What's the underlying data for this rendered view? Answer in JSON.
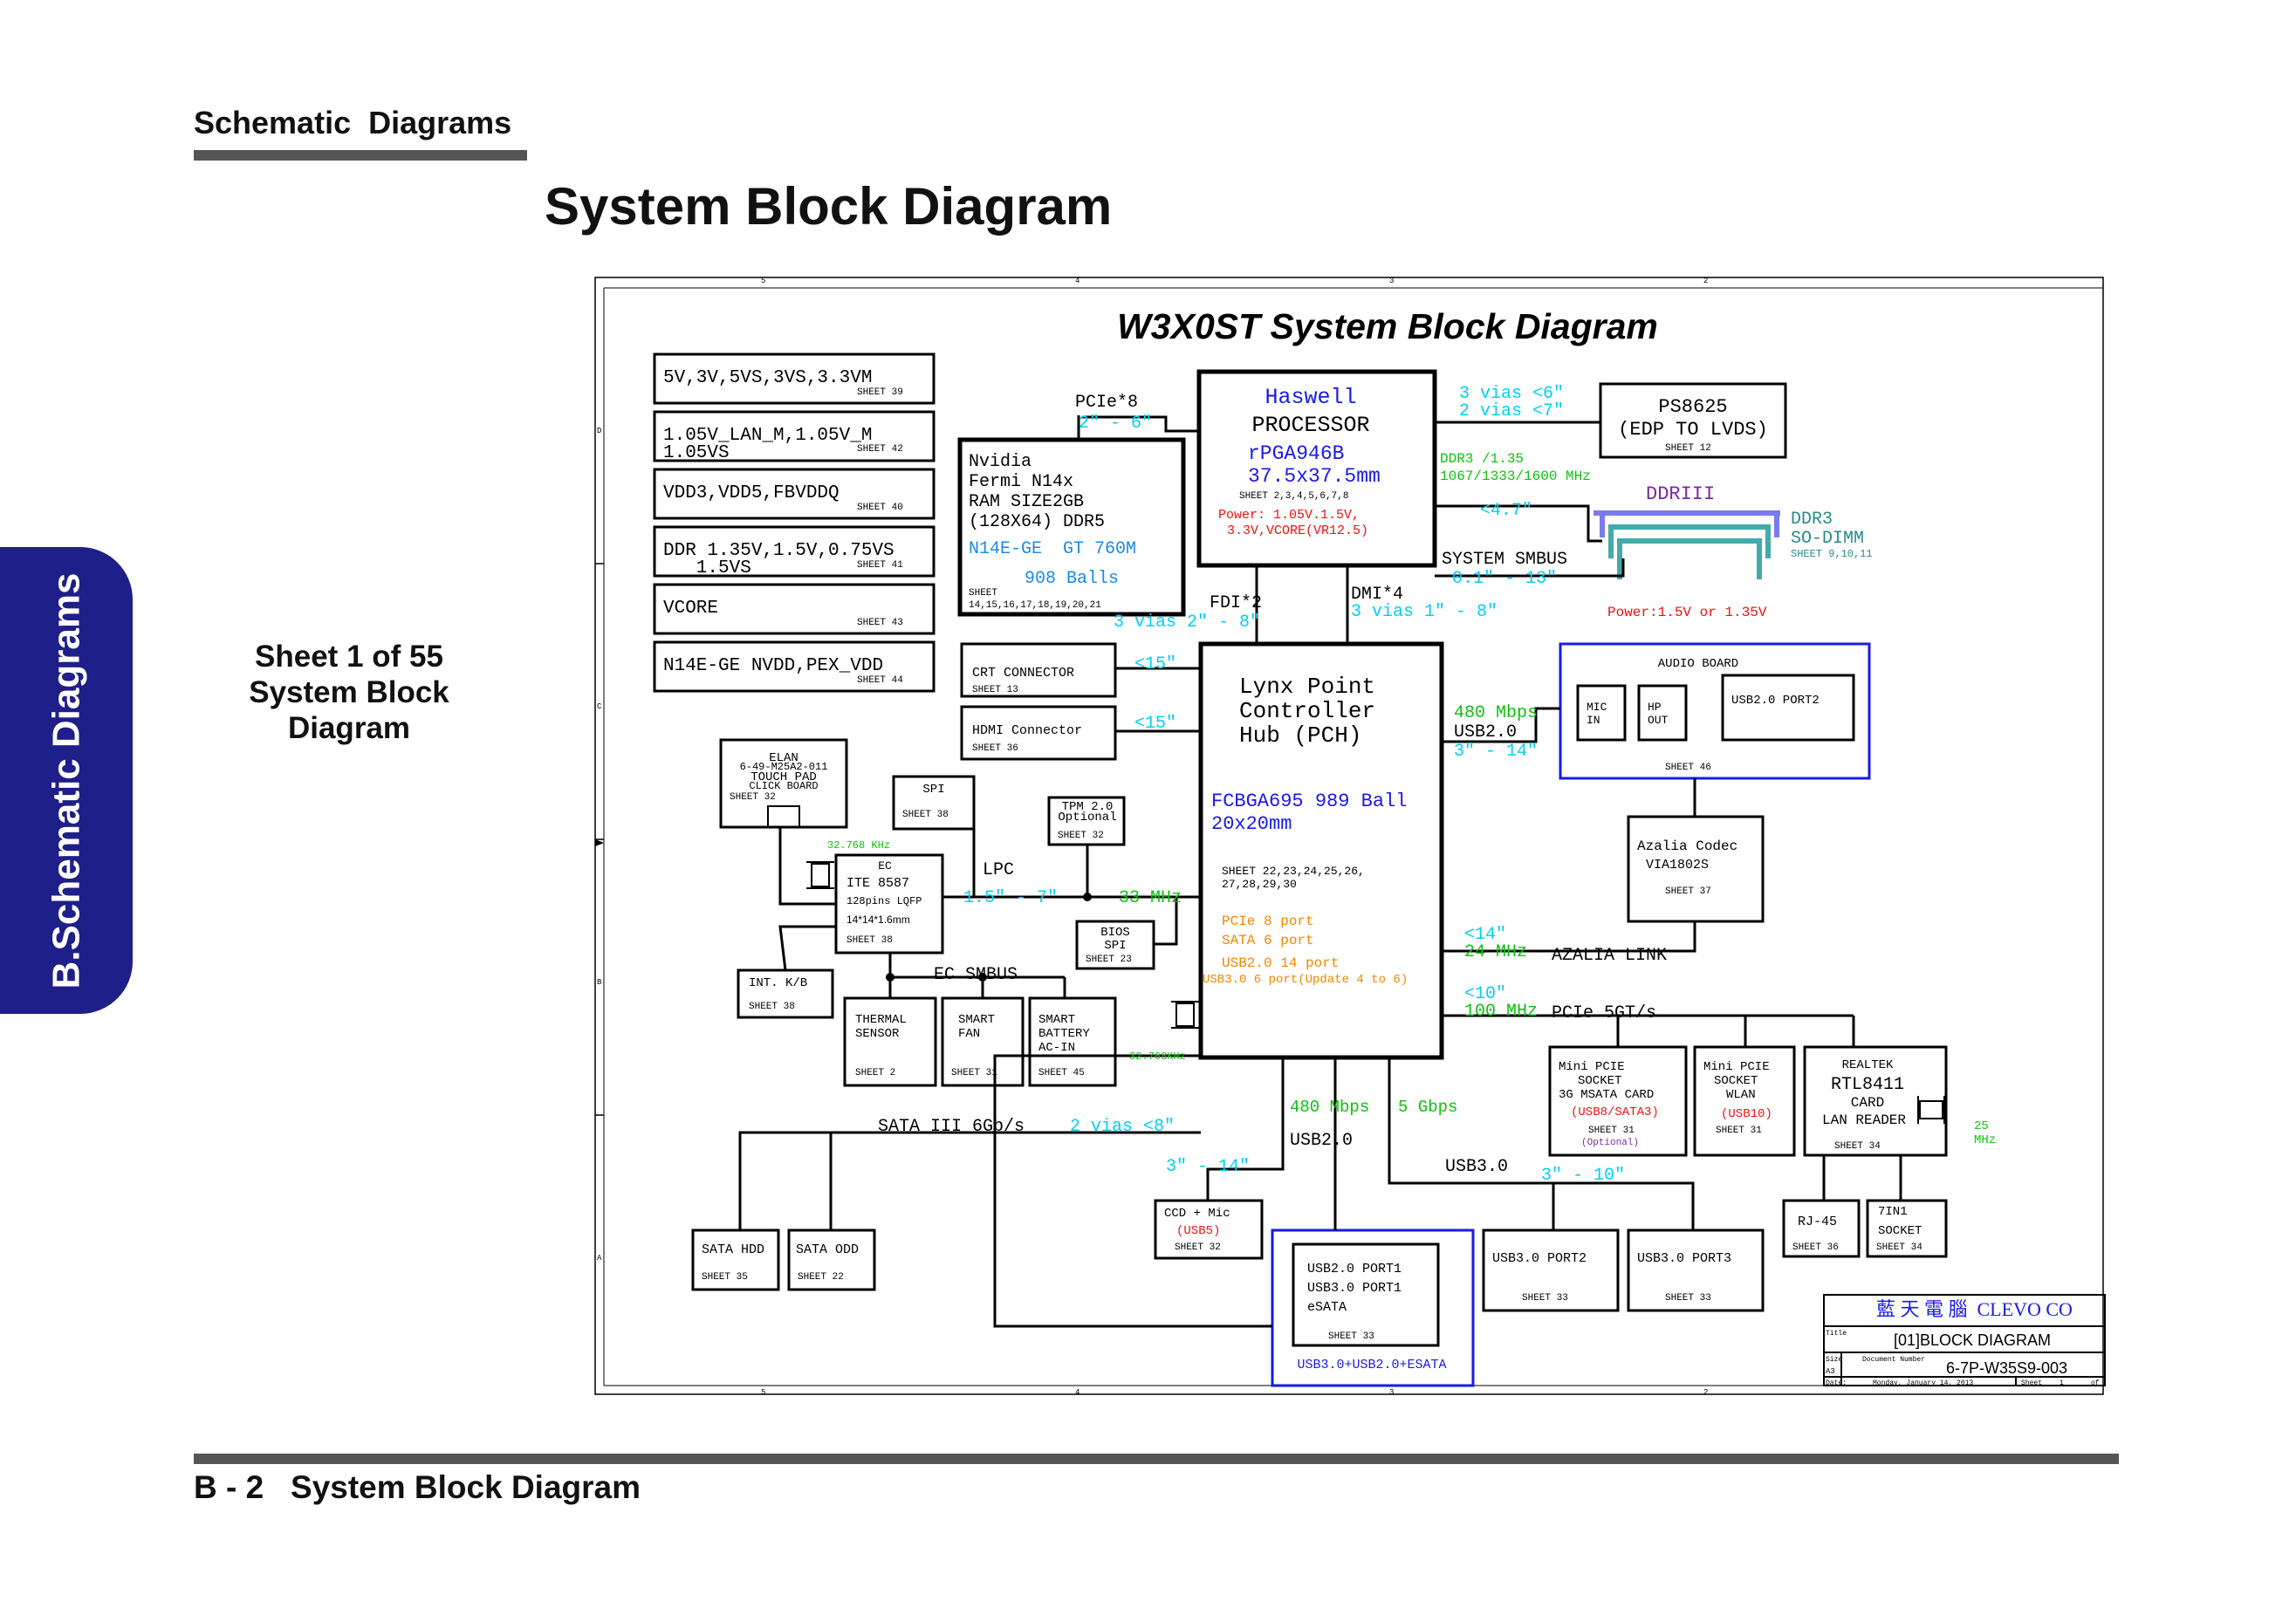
{
  "page": {
    "section_header": "Schematic  Diagrams",
    "title": "System Block Diagram",
    "side_tab": "B.Schematic Diagrams",
    "sheet_note": [
      "Sheet 1 of 55",
      "System Block",
      "Diagram"
    ],
    "footer": "B - 2   System Block Diagram"
  },
  "diagram": {
    "title": "W3X0ST System Block Diagram",
    "border_numbers": [
      "5",
      "4",
      "3",
      "2"
    ],
    "border_letters": [
      "D",
      "C",
      "B",
      "A"
    ],
    "power_boxes": [
      {
        "label": [
          "5V,3V,5VS,3VS,3.3VM"
        ],
        "sheet": "SHEET 39"
      },
      {
        "label": [
          "1.05V_LAN_M,1.05V_M",
          "1.05VS"
        ],
        "sheet": "SHEET 42"
      },
      {
        "label": [
          "VDD3,VDD5,FBVDDQ"
        ],
        "sheet": "SHEET 40"
      },
      {
        "label": [
          "DDR 1.35V,1.5V,0.75VS",
          "   1.5VS"
        ],
        "sheet": "SHEET 41"
      },
      {
        "label": [
          "VCORE"
        ],
        "sheet": "SHEET 43"
      },
      {
        "label": [
          "N14E-GE NVDD,PEX_VDD"
        ],
        "sheet": "SHEET 44"
      }
    ],
    "cpu": {
      "name": "Haswell",
      "type": "PROCESSOR",
      "package": "rPGA946B",
      "size": "37.5x37.5mm",
      "sheet": "SHEET 2,3,4,5,6,7,8",
      "power": [
        "Power: 1.05V.1.5V,",
        "3.3V,VCORE(VR12.5)"
      ]
    },
    "gpu": {
      "lines": [
        "Nvidia",
        "Fermi N14x",
        "RAM SIZE2GB",
        "(128X64) DDR5"
      ],
      "model": "N14E-GE  GT 760M",
      "balls": "908 Balls",
      "sheet": [
        "SHEET",
        "14,15,16,17,18,19,20,21"
      ]
    },
    "pch": {
      "lines": [
        "Lynx Point",
        "Controller",
        "Hub (PCH)"
      ],
      "package": [
        "FCBGA695 989 Ball",
        "20x20mm"
      ],
      "sheet": [
        "SHEET 22,23,24,25,26,",
        "27,28,29,30"
      ],
      "ports": [
        "PCIe 8 port",
        "SATA 6 port",
        "USB2.0 14 port",
        "USB3.0 6 port(Update 4 to 6)"
      ]
    },
    "ps8625": {
      "lines": [
        "PS8625",
        "(EDP TO LVDS)"
      ],
      "sheet": "SHEET 12"
    },
    "ddr": {
      "label": "DDRIII",
      "slot": [
        "DDR3",
        "SO-DIMM"
      ],
      "sheet": "SHEET 9,10,11",
      "power": "Power:1.5V or 1.35V"
    },
    "audio_board": {
      "title": "AUDIO BOARD",
      "mic": [
        "MIC",
        "IN"
      ],
      "hp": [
        "HP",
        "OUT"
      ],
      "usb": "USB2.0 PORT2",
      "sheet": "SHEET 46"
    },
    "codec": {
      "lines": [
        "Azalia Codec",
        "VIA1802S"
      ],
      "sheet": "SHEET 37"
    },
    "crt": {
      "label": "CRT CONNECTOR",
      "sheet": "SHEET 13"
    },
    "hdmi": {
      "label": "HDMI Connector",
      "sheet": "SHEET 36"
    },
    "touchpad": {
      "lines": [
        "ELAN",
        "6-49-M25A2-011",
        "TOUCH PAD",
        "CLICK BOARD"
      ],
      "sheet": "SHEET 32"
    },
    "spi": {
      "label": "SPI",
      "sheet": "SHEET 38"
    },
    "tpm": {
      "lines": [
        "TPM 2.0",
        "Optional"
      ],
      "sheet": "SHEET 32"
    },
    "ec": {
      "lines": [
        "EC",
        "ITE 8587",
        "128pins LQFP",
        "14*14*1.6mm"
      ],
      "sheet": "SHEET 38"
    },
    "bios": {
      "lines": [
        "BIOS",
        "SPI"
      ],
      "sheet": "SHEET 23"
    },
    "kb": {
      "label": "INT. K/B",
      "sheet": "SHEET 38"
    },
    "thermal": {
      "lines": [
        "THERMAL",
        "SENSOR"
      ],
      "sheet": "SHEET 2"
    },
    "fan": {
      "lines": [
        "SMART",
        "FAN"
      ],
      "sheet": "SHEET 31"
    },
    "battery": {
      "lines": [
        "SMART",
        "BATTERY",
        "AC-IN"
      ],
      "sheet": "SHEET 45"
    },
    "sata_hdd": {
      "label": "SATA HDD",
      "sheet": "SHEET 35"
    },
    "sata_odd": {
      "label": "SATA ODD",
      "sheet": "SHEET 22"
    },
    "ccd": {
      "label": "CCD + Mic",
      "usb": "(USB5)",
      "sheet": "SHEET 32"
    },
    "esata": {
      "lines": [
        "USB2.0 PORT1",
        "USB3.0 PORT1",
        "eSATA"
      ],
      "sheet": "SHEET 33",
      "caption": "USB3.0+USB2.0+ESATA"
    },
    "usb3_port2": {
      "label": "USB3.0 PORT2",
      "sheet": "SHEET 33"
    },
    "usb3_port3": {
      "label": "USB3.0 PORT3",
      "sheet": "SHEET 33"
    },
    "msata": {
      "lines": [
        "Mini PCIE",
        "SOCKET",
        "3G MSATA CARD"
      ],
      "usb": "(USB8/SATA3)",
      "sheet": "SHEET 31",
      "optional": "(Optional)"
    },
    "wlan": {
      "lines": [
        "Mini PCIE",
        "SOCKET",
        "WLAN"
      ],
      "usb": "(USB10)",
      "sheet": "SHEET 31"
    },
    "realtek": {
      "lines": [
        "REALTEK",
        "RTL8411",
        "CARD",
        "LAN READER"
      ],
      "sheet": "SHEET 34"
    },
    "rj45": {
      "label": "RJ-45",
      "sheet": "SHEET 36"
    },
    "reader": {
      "lines": [
        "7IN1",
        "SOCKET"
      ],
      "sheet": "SHEET 34"
    },
    "labels": {
      "pcie8": "PCIe*8",
      "pcie8_len": "2\" - 6\"",
      "fdi": "FDI*2",
      "fdi_len": "3 vias 2\" - 8\"",
      "dmi": "DMI*4",
      "dmi_len": "3 vias 1\" - 8\"",
      "edp_len": [
        "3 vias <6\"",
        "2 vias <7\""
      ],
      "ddr3_speed": [
        "DDR3 /1.35",
        "1067/1333/1600 MHz"
      ],
      "ddr_len": "<4.7\"",
      "smbus": "SYSTEM SMBUS",
      "smbus_len": "0.1\" - 13\"",
      "crt_len": "<15\"",
      "hdmi_len": "<15\"",
      "usb_audio": [
        "480 Mbps",
        "USB2.0",
        "3\" - 14\""
      ],
      "azalia_len": [
        "<14\"",
        "24 MHz"
      ],
      "azalia": "AZALIA LINK",
      "pcie_len": [
        "<10\"",
        "100 MHz"
      ],
      "pcie5": "PCIe 5GT/s",
      "lpc": "LPC",
      "lpc_len": "1.5\" - 7\"",
      "lpc_clk": "33 MHz",
      "ec_xtal": "32.768 KHz",
      "pch_xtal": "32.768KHz",
      "ec_smbus": "EC SMBUS",
      "sata": "SATA III 6Gb/s",
      "sata_len": "2 vias <8\"",
      "usb2_speed": "480 Mbps",
      "usb2": "USB2.0",
      "usb2_len": "3\" - 14\"",
      "usb3_speed": "5 Gbps",
      "usb3": "USB3.0",
      "usb3_len": "3\" - 10\"",
      "lan_xtal": [
        "25",
        "MHz"
      ]
    },
    "title_block": {
      "company": "藍 天 電 腦  CLEVO CO",
      "title_label": "Title",
      "title": "[01]BLOCK DIAGRAM",
      "size_label": "Size",
      "size": "A3",
      "doc_label": "Document Number",
      "doc": "6-7P-W35S9-003",
      "date_label": "Date:",
      "date": "Monday, January 14, 2013",
      "sheet_label": "Sheet",
      "sheet_num": "1",
      "of_label": "of"
    }
  },
  "colors": {
    "side_tab": "#1f1f8a",
    "blue_text": "#1a1ae6",
    "cyan": "#00d0f0",
    "green": "#10c010",
    "red": "#ee1111",
    "orange": "#ee8800",
    "teal": "#2a8a8a",
    "purple": "#7a2aa0",
    "ddr_slot": "#7a7aee",
    "ddr_slot_inner": "#44aaaa",
    "gray_bar": "#555555"
  }
}
